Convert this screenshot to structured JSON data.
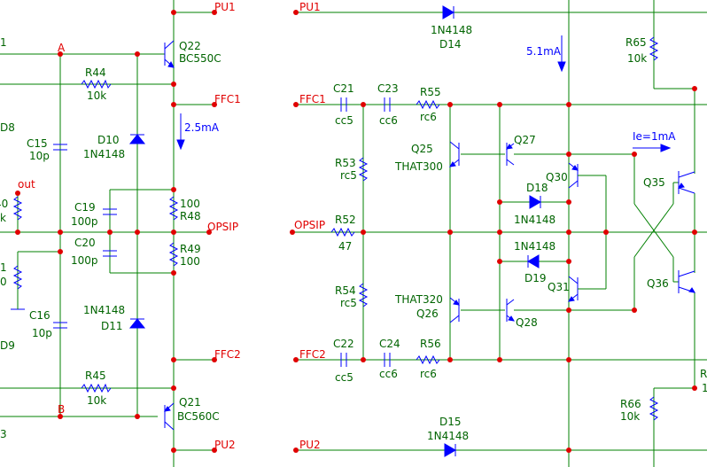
{
  "nets": {
    "pu1_left": "PU1",
    "pu1_right": "PU1",
    "ffc1_left": "FFC1",
    "ffc1_right": "FFC1",
    "opsip_left": "OPSIP",
    "opsip_right": "OPSIP",
    "ffc2_left": "FFC2",
    "ffc2_right": "FFC2",
    "pu2_left": "PU2",
    "pu2_right": "PU2",
    "node_a": "A",
    "node_b": "B",
    "out": "out"
  },
  "annotations": {
    "i_q22": "2.5mA",
    "i_main": "5.1mA",
    "i_tail": "Ie=1mA"
  },
  "edge_fragments": {
    "e1": "1",
    "e2": "D8",
    "e3": "40",
    "e4": "k",
    "e5": "1",
    "e6": "0",
    "e7": "D9",
    "e8": "3",
    "e9": "R",
    "e10": "1"
  },
  "components": {
    "q22": {
      "ref": "Q22",
      "value": "BC550C"
    },
    "q21": {
      "ref": "Q21",
      "value": "BC560C"
    },
    "r44": {
      "ref": "R44",
      "value": "10k"
    },
    "r45": {
      "ref": "R45",
      "value": "10k"
    },
    "c15": {
      "ref": "C15",
      "value": "10p"
    },
    "c16": {
      "ref": "C16",
      "value": "10p"
    },
    "d10": {
      "ref": "D10",
      "value": "1N4148"
    },
    "d11": {
      "ref": "D11",
      "value": "1N4148"
    },
    "c19": {
      "ref": "C19",
      "value": "100p"
    },
    "c20": {
      "ref": "C20",
      "value": "100p"
    },
    "r48": {
      "ref": "R48",
      "value": "100"
    },
    "r49": {
      "ref": "R49",
      "value": "100"
    },
    "d14": {
      "ref": "D14",
      "value": "1N4148"
    },
    "d15": {
      "ref": "D15",
      "value": "1N4148"
    },
    "r65": {
      "ref": "R65",
      "value": "10k"
    },
    "r66": {
      "ref": "R66",
      "value": "10k"
    },
    "c21": {
      "ref": "C21",
      "value": "cc5"
    },
    "c23": {
      "ref": "C23",
      "value": "cc6"
    },
    "r55": {
      "ref": "R55",
      "value": "rc6"
    },
    "c22": {
      "ref": "C22",
      "value": "cc5"
    },
    "c24": {
      "ref": "C24",
      "value": "cc6"
    },
    "r56": {
      "ref": "R56",
      "value": "rc6"
    },
    "r53": {
      "ref": "R53",
      "value": "rc5"
    },
    "r54": {
      "ref": "R54",
      "value": "rc5"
    },
    "r52": {
      "ref": "R52",
      "value": "47"
    },
    "q25": {
      "ref": "Q25",
      "value": "THAT300"
    },
    "q26": {
      "ref": "Q26",
      "value": "THAT320"
    },
    "q27": {
      "ref": "Q27"
    },
    "q28": {
      "ref": "Q28"
    },
    "q30": {
      "ref": "Q30"
    },
    "q31": {
      "ref": "Q31"
    },
    "d18": {
      "ref": "D18",
      "value": "1N4148"
    },
    "d19": {
      "ref": "D19",
      "value": "1N4148"
    },
    "q35": {
      "ref": "Q35"
    },
    "q36": {
      "ref": "Q36"
    }
  }
}
